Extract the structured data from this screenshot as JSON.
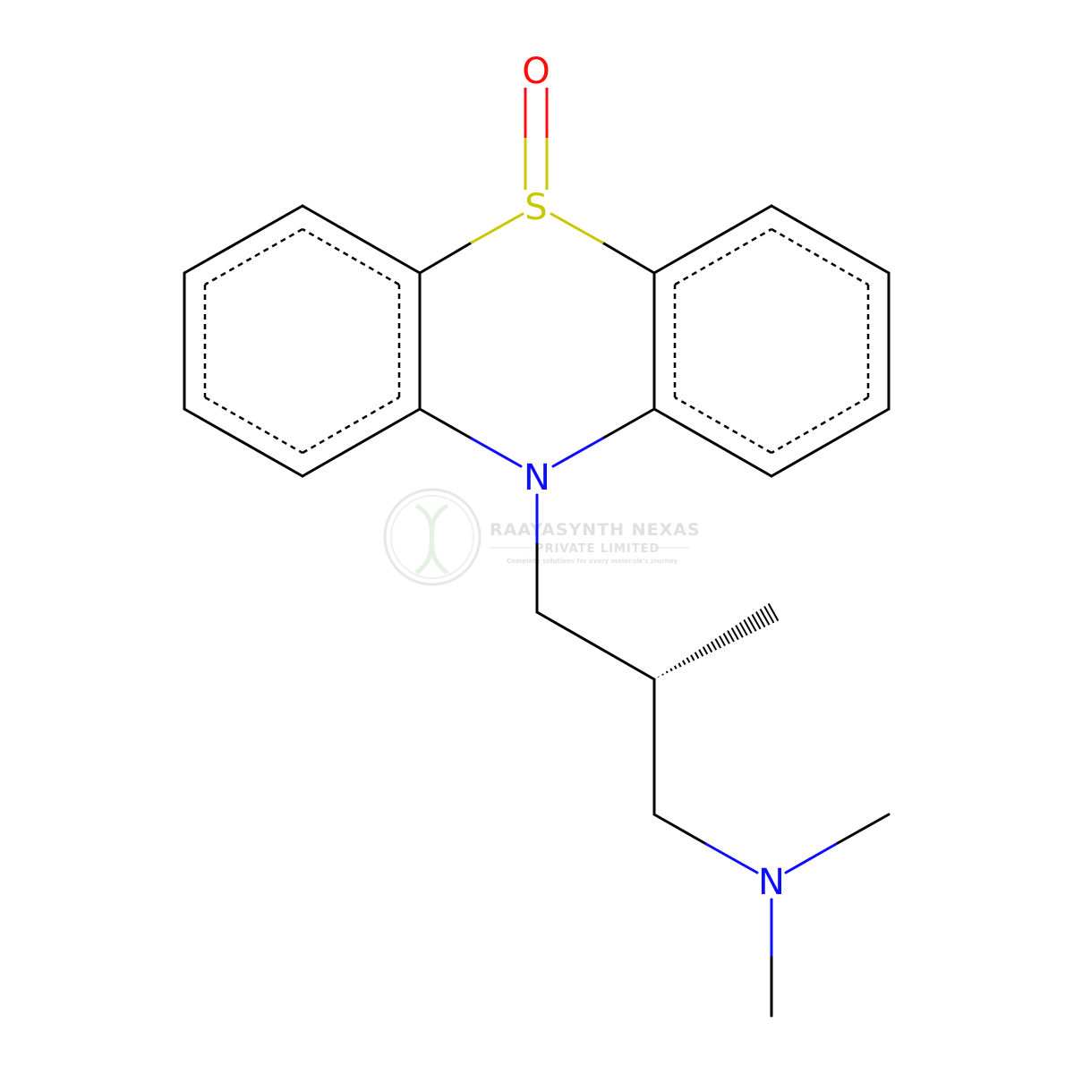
{
  "molecule": {
    "atom_labels": {
      "oxygen": "O",
      "sulfur": "S",
      "ring_nitrogen": "N",
      "amine_nitrogen": "N"
    },
    "colors": {
      "bond": "#000000",
      "oxygen": "#ff0d0d",
      "sulfur": "#c8c800",
      "nitrogen": "#0d0dff"
    }
  },
  "watermark": {
    "company": "RAAYASYNTH NEXAS",
    "subtitle": "PRIVATE LIMITED",
    "tagline": "Complete solutions for every molecule's journey",
    "color": "#c8c8c8"
  }
}
